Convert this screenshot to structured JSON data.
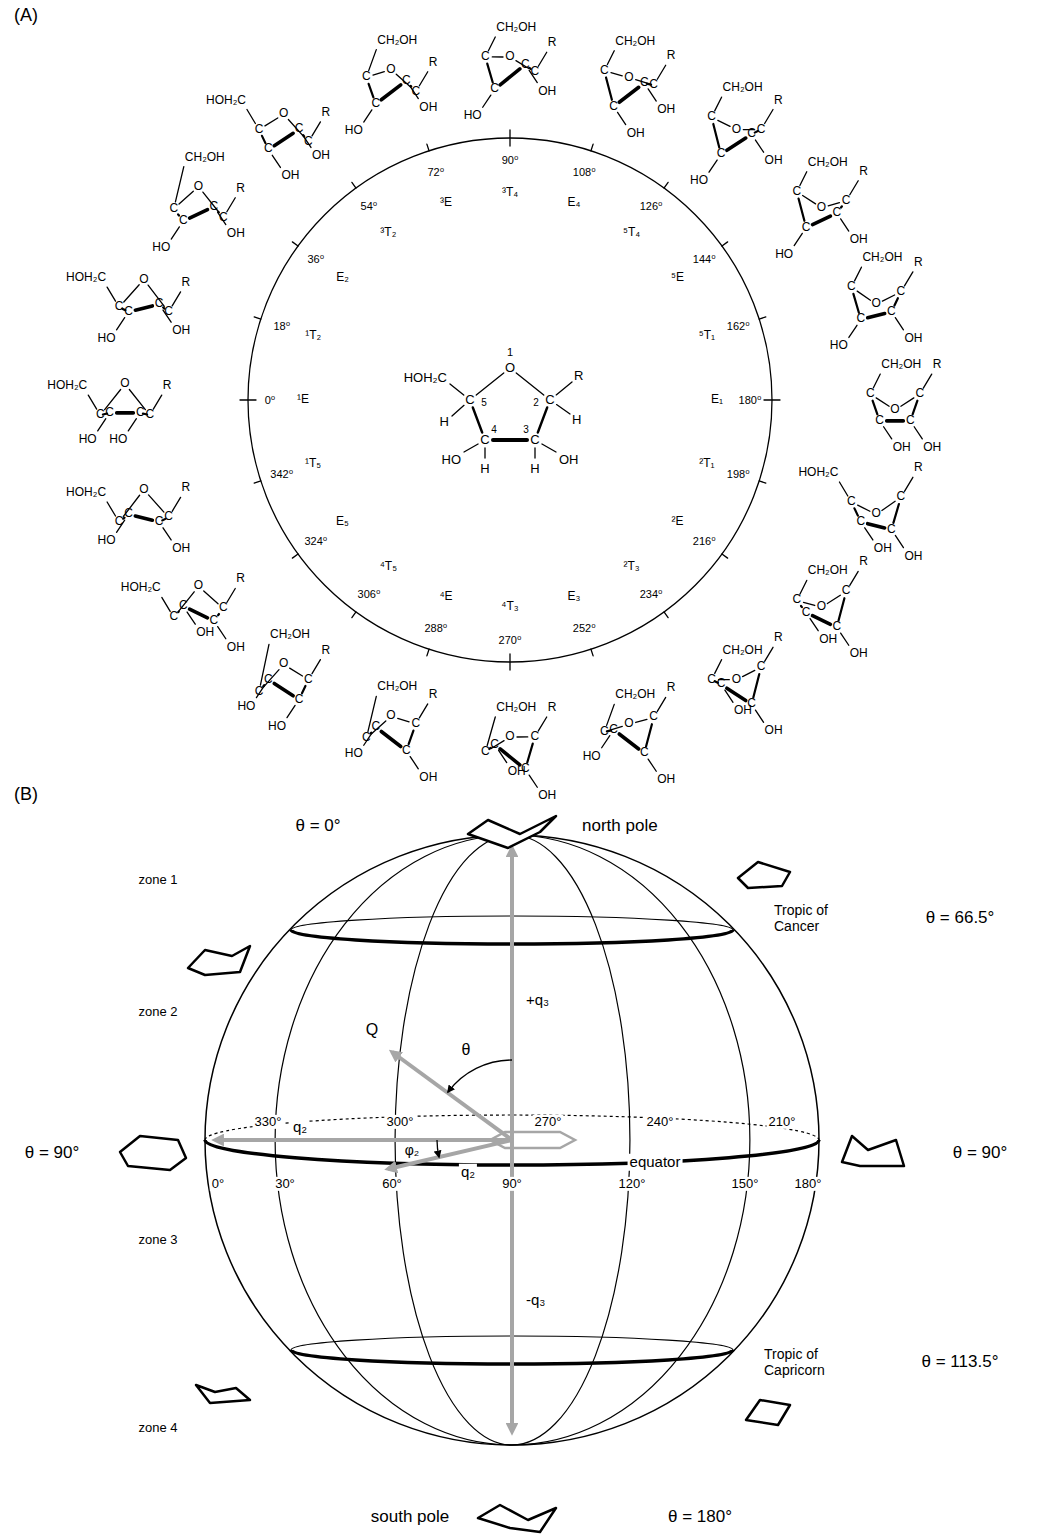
{
  "diagram": {
    "labels": [
      "(A)",
      "0⁰",
      "18⁰",
      "36⁰",
      "54⁰",
      "72⁰",
      "90⁰",
      "108⁰",
      "126⁰",
      "144⁰",
      "162⁰",
      "180⁰",
      "198⁰",
      "216⁰",
      "234⁰",
      "252⁰",
      "270⁰",
      "288⁰",
      "306⁰",
      "324⁰",
      "342⁰",
      "¹E",
      "¹T₂",
      "E₂",
      "³T₂",
      "³E",
      "³T₄",
      "E₄",
      "⁵T₄",
      "⁵E",
      "⁵T₁",
      "E₁",
      "²T₁",
      "²E",
      "²T₃",
      "E₃",
      "⁴T₃",
      "⁴E",
      "⁴T₅",
      "E₅",
      "¹T₅",
      "1",
      "O",
      "HOH₂C",
      "C",
      "5",
      "C",
      "2",
      "R",
      "H",
      "H",
      "C",
      "4",
      "C",
      "3",
      "HO",
      "OH",
      "H",
      "H",
      "O",
      "C",
      "C",
      "C",
      "C",
      "R",
      "HO",
      "HO",
      "HOH₂C",
      "O",
      "C",
      "C",
      "C",
      "C",
      "R",
      "OH",
      "HO",
      "HOH₂C",
      "O",
      "C",
      "C",
      "C",
      "C",
      "R",
      "OH",
      "HO",
      "CH₂OH",
      "O",
      "C",
      "C",
      "C",
      "C",
      "R",
      "OH",
      "OH",
      "HOH₂C",
      "O",
      "C",
      "C",
      "C",
      "C",
      "R",
      "OH",
      "HO",
      "CH₂OH",
      "O",
      "C",
      "C",
      "C",
      "C",
      "R",
      "OH",
      "HO",
      "CH₂OH",
      "O",
      "C",
      "C",
      "C",
      "C",
      "R",
      "OH",
      "OH",
      "CH₂OH",
      "O",
      "C",
      "C",
      "C",
      "C",
      "R",
      "OH",
      "HO",
      "CH₂OH",
      "O",
      "C",
      "C",
      "C",
      "C",
      "R",
      "OH",
      "HO",
      "CH₂OH",
      "O",
      "C",
      "C",
      "C",
      "C",
      "R",
      "OH",
      "HO",
      "CH₂OH",
      "O",
      "C",
      "C",
      "C",
      "C",
      "R",
      "OH",
      "OH",
      "CH₂OH",
      "O",
      "C",
      "C",
      "C",
      "C",
      "R",
      "OH",
      "OH",
      "HOH₂C",
      "O",
      "C",
      "C",
      "C",
      "C",
      "R",
      "OH",
      "OH",
      "CH₂OH",
      "O",
      "C",
      "C",
      "C",
      "C",
      "R",
      "OH",
      "OH",
      "CH₂OH",
      "O",
      "C",
      "C",
      "C",
      "C",
      "R",
      "OH",
      "HO",
      "CH₂OH",
      "O",
      "C",
      "C",
      "C",
      "C",
      "R",
      "OH",
      "OH",
      "CH₂OH",
      "O",
      "C",
      "C",
      "C",
      "C",
      "R",
      "OH",
      "HO",
      "CH₂OH",
      "O",
      "C",
      "C",
      "C",
      "C",
      "R",
      "HO",
      "HO",
      "CH₂OH",
      "O",
      "C",
      "C",
      "C",
      "C",
      "R",
      "OH",
      "OH",
      "HOH₂C",
      "O",
      "C",
      "C",
      "C",
      "C",
      "R",
      "OH",
      "HO",
      "HOH₂C",
      "(B)",
      "θ = 0°",
      "north pole",
      "zone 1",
      "Tropic of Cancer",
      "θ = 66.5°",
      "zone 2",
      "+q₃",
      "Q",
      "θ",
      "330°",
      "300°",
      "270°",
      "240°",
      "210°",
      "θ = 90°",
      "q₂",
      "φ₂",
      "q₂",
      "equator",
      "θ = 90°",
      "0°",
      "30°",
      "60°",
      "90°",
      "120°",
      "150°",
      "180°",
      "zone 3",
      "Tropic of Capricorn",
      "θ = 113.5°",
      "-q₃",
      "zone 4",
      "south pole",
      "θ = 180°"
    ]
  }
}
